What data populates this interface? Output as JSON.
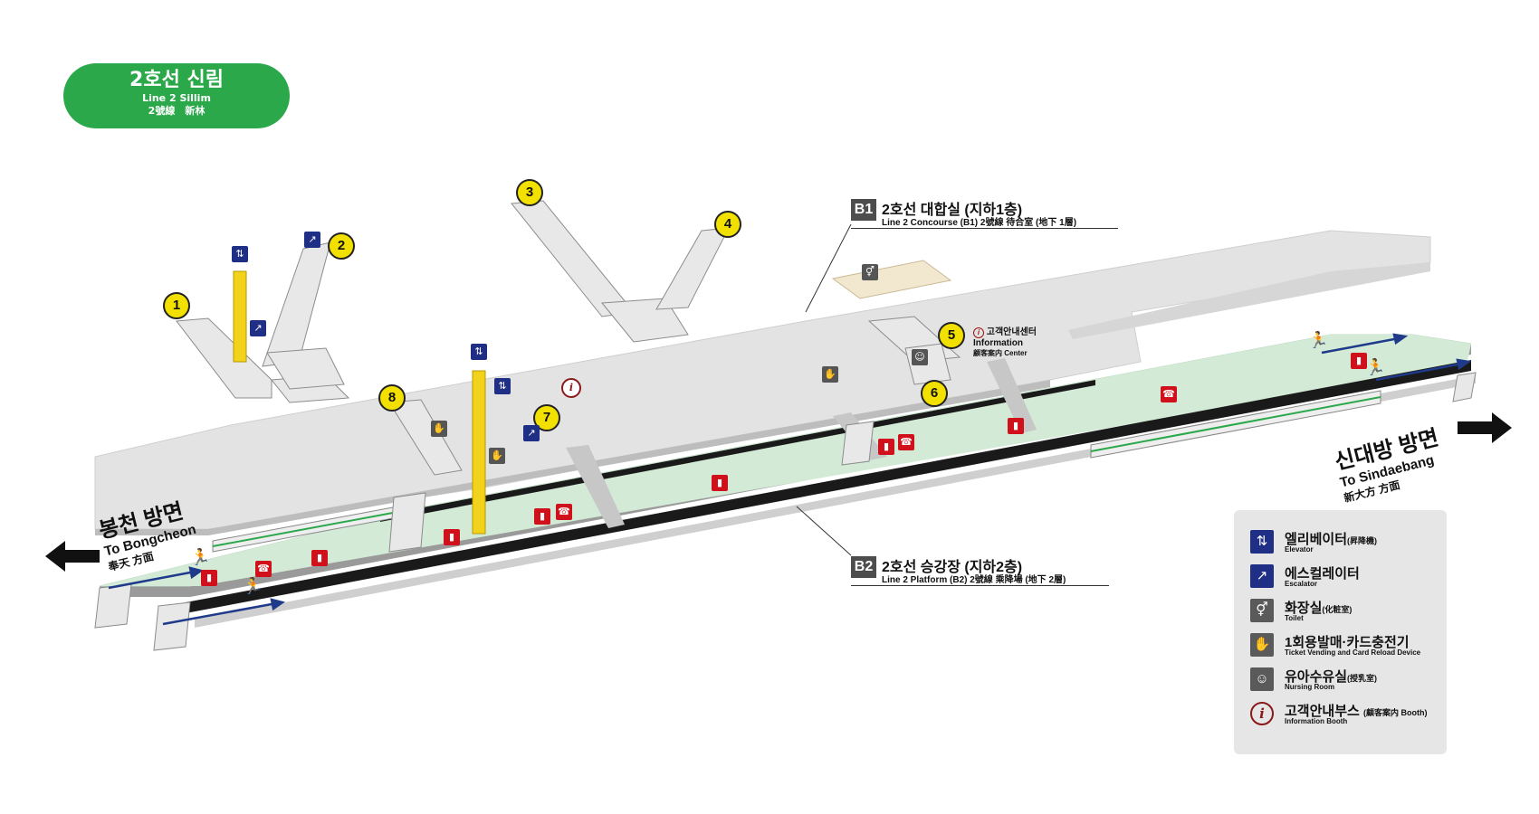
{
  "station": {
    "title_ko": "2호선 신림",
    "title_en": "Line 2 Sillim",
    "title_cn": "2號線　新林",
    "color": "#2aa84a"
  },
  "levels": {
    "b1": {
      "tag": "B1",
      "name_ko": "2호선 대합실 (지하1층)",
      "name_en": "Line 2 Concourse (B1) 2號線 待合室 (地下 1層)"
    },
    "b2": {
      "tag": "B2",
      "name_ko": "2호선 승강장 (지하2층)",
      "name_en": "Line 2 Platform (B2) 2號線 乘降場 (地下 2層)"
    }
  },
  "directions": {
    "west": {
      "ko": "봉천 방면",
      "en": "To Bongcheon",
      "cn": "奉天 方面"
    },
    "east": {
      "ko": "신대방 방면",
      "en": "To Sindaebang",
      "cn": "新大方 方面"
    }
  },
  "info_center": {
    "ko": "고객안내센터",
    "en": "Information",
    "sub": "顧客案内 Center",
    "icon": "info-icon"
  },
  "exits": [
    "1",
    "2",
    "3",
    "4",
    "5",
    "6",
    "7",
    "8"
  ],
  "legend": [
    {
      "icon": "elevator-icon",
      "ko": "엘리베이터",
      "ko_small": "(昇降機)",
      "en": "Elevator"
    },
    {
      "icon": "escalator-icon",
      "ko": "에스컬레이터",
      "ko_small": "",
      "en": "Escalator"
    },
    {
      "icon": "toilet-icon",
      "ko": "화장실",
      "ko_small": "(化粧室)",
      "en": "Toilet"
    },
    {
      "icon": "ticket-machine-icon",
      "ko": "1회용발매·카드충전기",
      "ko_small": "",
      "en": "Ticket Vending and Card Reload Device"
    },
    {
      "icon": "nursing-room-icon",
      "ko": "유아수유실",
      "ko_small": "(授乳室)",
      "en": "Nursing Room"
    },
    {
      "icon": "info-booth-icon",
      "ko": "고객안내부스",
      "ko_small": "(顧客案内 Booth)",
      "en": "Information Booth"
    }
  ],
  "colors": {
    "platform": "#d3ebd6",
    "concourse": "#e3e3e3",
    "elevator": "#f2d21b",
    "exit_badge": "#f2e000",
    "track": "#1a1a1a",
    "emergency": "#d0111b",
    "facility_blue": "#1f2f86"
  }
}
